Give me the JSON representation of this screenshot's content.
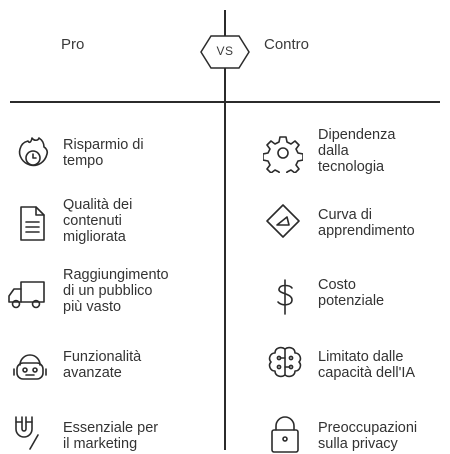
{
  "header": {
    "pro_label": "Pro",
    "contro_label": "Contro",
    "vs_label": "VS"
  },
  "pro": [
    {
      "label": "Risparmio di\ntempo",
      "icon": "timer-icon"
    },
    {
      "label": "Qualità dei\ncontenuti\nmigliorata",
      "icon": "document-icon"
    },
    {
      "label": "Raggiungimento\ndi un pubblico\npiù vasto",
      "icon": "truck-icon"
    },
    {
      "label": "Funzionalità\navanzate",
      "icon": "robot-icon"
    },
    {
      "label": "Essenziale per\nil marketing",
      "icon": "magnet-icon"
    }
  ],
  "contro": [
    {
      "label": "Dipendenza\ndalla\ntecnologia",
      "icon": "gear-icon"
    },
    {
      "label": "Curva di\napprendimento",
      "icon": "eraser-icon"
    },
    {
      "label": "Costo\npotenziale",
      "icon": "dollar-icon"
    },
    {
      "label": "Limitato dalle\ncapacità dell'IA",
      "icon": "brain-icon"
    },
    {
      "label": "Preoccupazioni\nsulla privacy",
      "icon": "lock-icon"
    }
  ],
  "colors": {
    "line": "#2b2b2b",
    "text": "#333333"
  }
}
